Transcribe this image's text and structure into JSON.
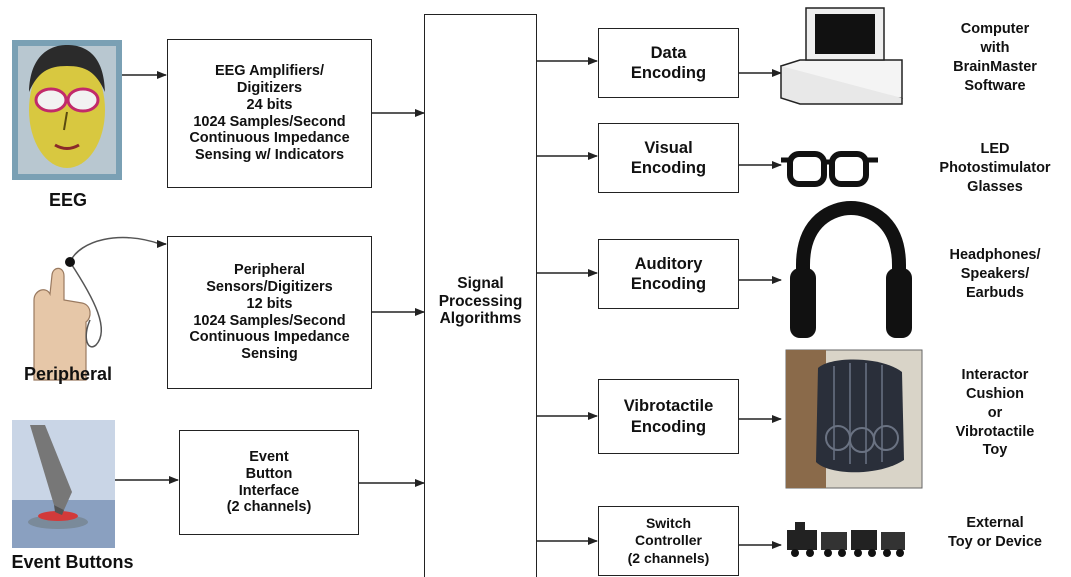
{
  "inputs": {
    "eeg": {
      "label": "EEG",
      "box": [
        "EEG Amplifiers/",
        "Digitizers",
        "24 bits",
        "1024 Samples/Second",
        "Continuous Impedance",
        "Sensing w/ Indicators"
      ]
    },
    "peripheral": {
      "label": "Peripheral",
      "box": [
        "Peripheral",
        "Sensors/Digitizers",
        "12 bits",
        "1024 Samples/Second",
        "Continuous Impedance",
        "Sensing"
      ]
    },
    "event": {
      "label": "Event Buttons",
      "box": [
        "Event",
        "Button",
        "Interface",
        "(2 channels)"
      ]
    }
  },
  "processor": {
    "lines": [
      "Signal",
      "Processing",
      "Algorithms"
    ]
  },
  "outputs": [
    {
      "box": [
        "Data",
        "Encoding"
      ],
      "device": [
        "Computer",
        "with",
        "BrainMaster",
        "Software"
      ],
      "icon": "computer-icon"
    },
    {
      "box": [
        "Visual",
        "Encoding"
      ],
      "device": [
        "LED",
        "Photostimulator",
        "Glasses"
      ],
      "icon": "glasses-icon"
    },
    {
      "box": [
        "Auditory",
        "Encoding"
      ],
      "device": [
        "Headphones/",
        "Speakers/",
        "Earbuds"
      ],
      "icon": "headphones-icon"
    },
    {
      "box": [
        "Vibrotactile",
        "Encoding"
      ],
      "device": [
        "Interactor",
        "Cushion",
        "or",
        "Vibrotactile",
        "Toy"
      ],
      "icon": "cushion-icon"
    },
    {
      "box": [
        "Switch",
        "Controller",
        "(2 channels)"
      ],
      "device": [
        "External",
        "Toy or Device"
      ],
      "icon": "toy-train-icon"
    }
  ],
  "colors": {
    "line": "#222222",
    "face": "#d8c840",
    "skin": "#e6c7a8",
    "cushion": "#2a2f3a"
  }
}
